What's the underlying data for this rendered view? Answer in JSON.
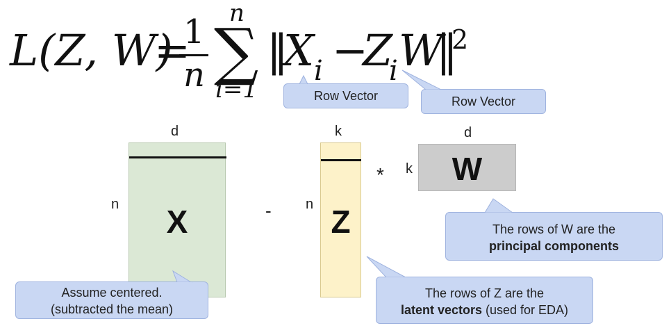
{
  "formula": {
    "lhs": "L(Z, W)",
    "equals": "=",
    "frac_num": "1",
    "frac_den": "n",
    "sum_symbol": "∑",
    "sum_upper": "n",
    "sum_lower": "i=1",
    "norm_open": "‖",
    "x_i_base": "X",
    "x_i_sub": "i",
    "minus": "−",
    "z_i_base": "Z",
    "z_i_sub": "i",
    "w": "W",
    "norm_close": "‖",
    "power": "2"
  },
  "callouts": {
    "row_vector_1": "Row Vector",
    "row_vector_2": "Row Vector",
    "centered_line1": "Assume centered.",
    "centered_line2": "(subtracted the mean)",
    "w_rows_line1": "The rows of W are the",
    "w_rows_bold": "principal components",
    "z_rows_line1": "The rows of Z are the",
    "z_rows_bold": "latent vectors",
    "z_rows_rest": " (used for EDA)"
  },
  "matrices": {
    "x": {
      "label": "X",
      "row_dim": "n",
      "col_dim": "d",
      "fill": "#dbe8d5"
    },
    "z": {
      "label": "Z",
      "row_dim": "n",
      "col_dim": "k",
      "fill": "#fdf2c9"
    },
    "w": {
      "label": "W",
      "row_dim": "k",
      "col_dim": "d",
      "fill": "#cccccc"
    }
  },
  "operators": {
    "minus": "-",
    "times": "*"
  }
}
